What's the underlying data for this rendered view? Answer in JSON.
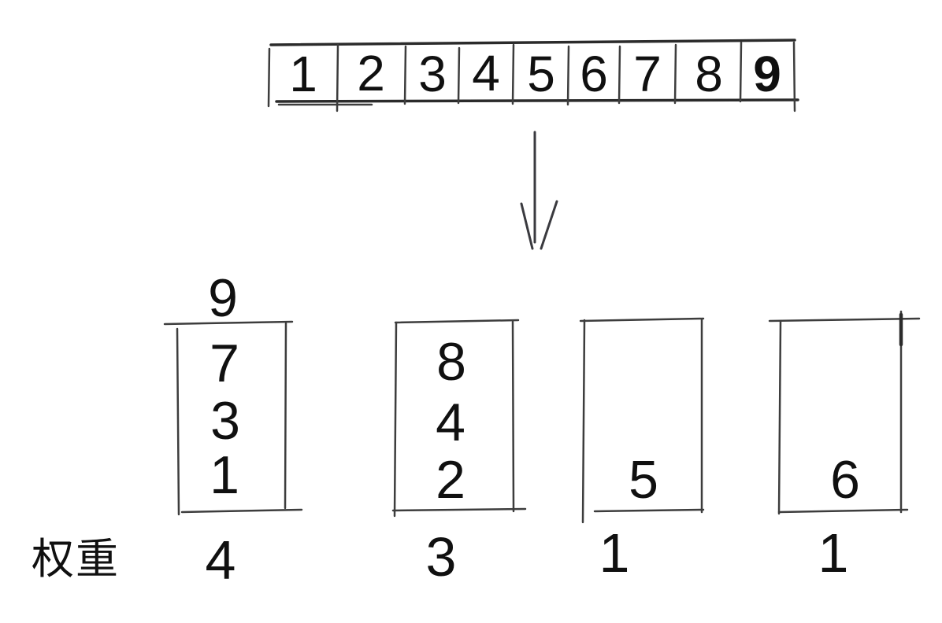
{
  "colors": {
    "ink": "#101010",
    "stroke": "#3d3d3d",
    "background": "#ffffff"
  },
  "icons": {
    "flow_arrow": "down-arrow"
  },
  "array": {
    "cells": [
      "1",
      "2",
      "3",
      "4",
      "5",
      "6",
      "7",
      "8",
      "9"
    ],
    "bold_cells": [
      "9"
    ]
  },
  "buckets": [
    {
      "above_rim": "9",
      "items": [
        "7",
        "3",
        "1"
      ],
      "weight": "4"
    },
    {
      "items": [
        "8",
        "4",
        "2"
      ],
      "weight": "3"
    },
    {
      "items": [
        "5"
      ],
      "weight": "1"
    },
    {
      "items": [
        "6"
      ],
      "weight": "1"
    }
  ],
  "weight_row": {
    "label": "权重"
  }
}
